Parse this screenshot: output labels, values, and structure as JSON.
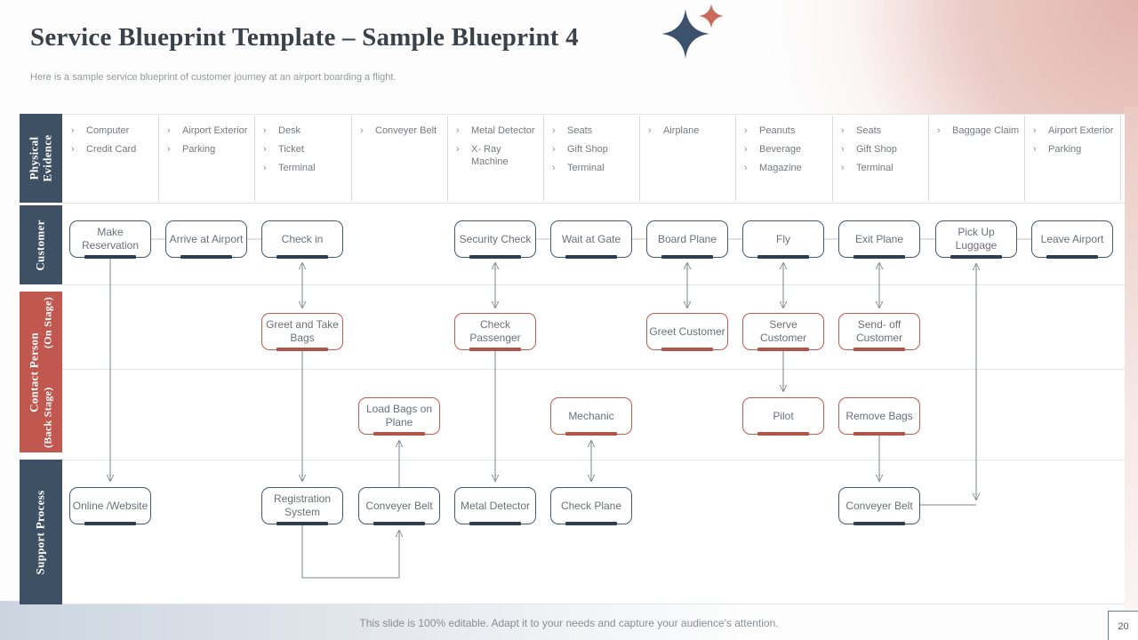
{
  "slide": {
    "title": "Service Blueprint Template – Sample Blueprint 4",
    "subtitle": "Here is a sample service blueprint of customer journey at an airport boarding a flight.",
    "footer": "This slide is 100% editable. Adapt it to your needs and capture your audience's attention.",
    "page_number": "20"
  },
  "colors": {
    "lane_dark": "#3e5063",
    "lane_red": "#c05850",
    "node_accent_dark": "#2b3e52",
    "node_accent_red": "#b1544b",
    "connector_gray": "#7f8488",
    "title_pink_star": "#c96a5d",
    "title_blue_star": "#3c516b"
  },
  "lanes": {
    "physical_evidence": "Physical Evidence",
    "customer": "Customer",
    "contact_person": "Contact Person",
    "on_stage": "(On Stage)",
    "back_stage": "(Back Stage)",
    "support": "Support Process"
  },
  "bullet": "›",
  "physical_evidence": [
    [
      "Computer",
      "Credit Card"
    ],
    [
      "Airport Exterior",
      "Parking"
    ],
    [
      "Desk",
      "Ticket",
      "Terminal"
    ],
    [
      "Conveyer Belt"
    ],
    [
      "Metal Detector",
      "X- Ray Machine"
    ],
    [
      "Seats",
      "Gift Shop",
      "Terminal"
    ],
    [
      "Airplane"
    ],
    [
      "Peanuts",
      "Beverage",
      "Magazine"
    ],
    [
      "Seats",
      "Gift Shop",
      "Terminal"
    ],
    [
      "Baggage Claim"
    ],
    [
      "Airport Exterior",
      "Parking"
    ]
  ],
  "nodes": {
    "customer": [
      "Make Reservation",
      "Arrive at Airport",
      "Check in",
      "Security Check",
      "Wait at Gate",
      "Board Plane",
      "Fly",
      "Exit Plane",
      "Pick Up Luggage",
      "Leave Airport"
    ],
    "on_stage": [
      "Greet and Take Bags",
      "Check Passenger",
      "Greet Customer",
      "Serve Customer",
      "Send- off Customer"
    ],
    "back_stage": [
      "Load Bags on Plane",
      "Mechanic",
      "Pilot",
      "Remove Bags"
    ],
    "support": [
      "Online /Website",
      "Registration System",
      "Conveyer Belt",
      "Metal Detector",
      "Check Plane",
      "Conveyer Belt"
    ]
  }
}
